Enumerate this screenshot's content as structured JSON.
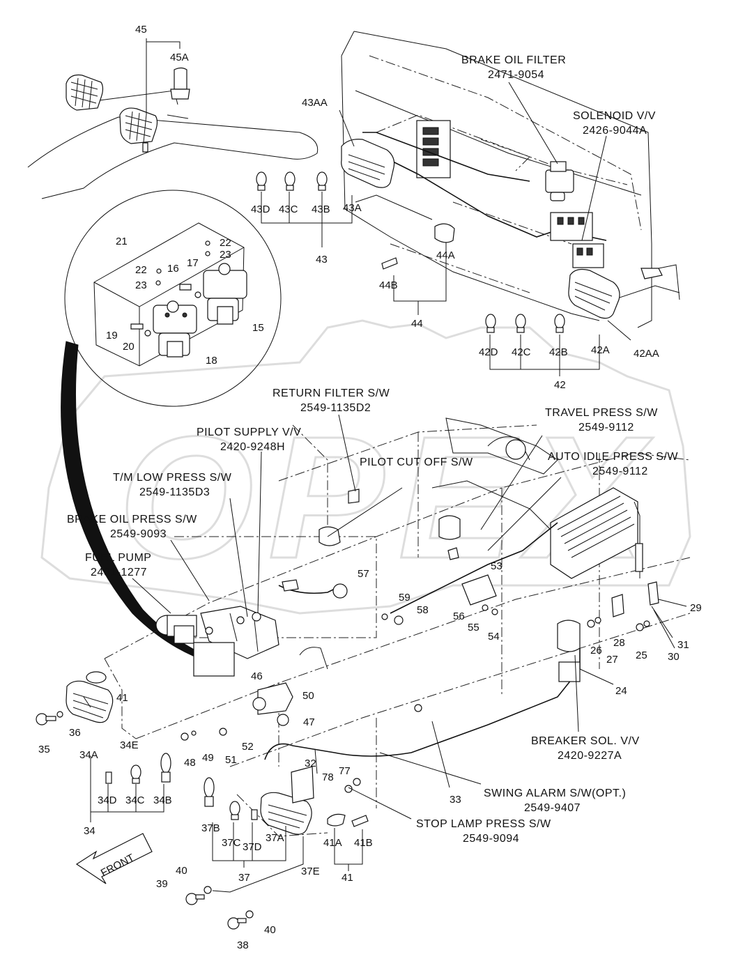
{
  "logo": {
    "letters": "OPEX"
  },
  "labels": {
    "brake_oil_filter": "BRAKE OIL FILTER",
    "brake_oil_filter_pn": "2471-9054",
    "solenoid_vv": "SOLENOID V/V",
    "solenoid_vv_pn": "2426-9044A",
    "return_filter_sw": "RETURN FILTER S/W",
    "return_filter_sw_pn": "2549-1135D2",
    "travel_press_sw": "TRAVEL PRESS S/W",
    "travel_press_sw_pn": "2549-9112",
    "pilot_supply_vv": "PILOT SUPPLY V/V",
    "pilot_supply_vv_pn": "2420-9248H",
    "auto_idle_press_sw": "AUTO IDLE PRESS S/W",
    "auto_idle_press_sw_pn": "2549-9112",
    "pilot_cut_off_sw": "PILOT CUT OFF S/W",
    "tm_low_press_sw": "T/M LOW PRESS S/W",
    "tm_low_press_sw_pn": "2549-1135D3",
    "brake_oil_press_sw": "BRAKE OIL PRESS S/W",
    "brake_oil_press_sw_pn": "2549-9093",
    "fuel_pump": "FUEL PUMP",
    "fuel_pump_pn": "2401-1277",
    "breaker_sol_vv": "BREAKER SOL. V/V",
    "breaker_sol_vv_pn": "2420-9227A",
    "swing_alarm_sw": "SWING ALARM S/W(OPT.)",
    "swing_alarm_sw_pn": "2549-9407",
    "stop_lamp_press_sw": "STOP LAMP PRESS S/W",
    "stop_lamp_press_sw_pn": "2549-9094",
    "front": "FRONT"
  },
  "callouts": {
    "c45": "45",
    "c45A": "45A",
    "c43AA": "43AA",
    "c43D": "43D",
    "c43C": "43C",
    "c43B": "43B",
    "c43A": "43A",
    "c43": "43",
    "c44A": "44A",
    "c44B": "44B",
    "c44": "44",
    "c42D": "42D",
    "c42C": "42C",
    "c42B": "42B",
    "c42A": "42A",
    "c42AA": "42AA",
    "c42": "42",
    "c21": "21",
    "c22a": "22",
    "c23a": "23",
    "c22b": "22",
    "c23b": "23",
    "c16": "16",
    "c17": "17",
    "c19": "19",
    "c20": "20",
    "c18": "18",
    "c15": "15",
    "c57": "57",
    "c59": "59",
    "c58": "58",
    "c53": "53",
    "c56": "56",
    "c55": "55",
    "c54": "54",
    "c29": "29",
    "c28": "28",
    "c26": "26",
    "c27": "27",
    "c25": "25",
    "c30": "30",
    "c31": "31",
    "c24": "24",
    "c41a": "41",
    "c36": "36",
    "c35": "35",
    "c34A": "34A",
    "c34E": "34E",
    "c46": "46",
    "c50": "50",
    "c47": "47",
    "c48": "48",
    "c49": "49",
    "c51": "51",
    "c52": "52",
    "c34D": "34D",
    "c34C": "34C",
    "c34B": "34B",
    "c34": "34",
    "c32": "32",
    "c78": "78",
    "c77": "77",
    "c33": "33",
    "c37B": "37B",
    "c37C": "37C",
    "c37D": "37D",
    "c37A": "37A",
    "c37E": "37E",
    "c37": "37",
    "c41A": "41A",
    "c41B": "41B",
    "c41b": "41",
    "c39": "39",
    "c40a": "40",
    "c40b": "40",
    "c38": "38"
  }
}
